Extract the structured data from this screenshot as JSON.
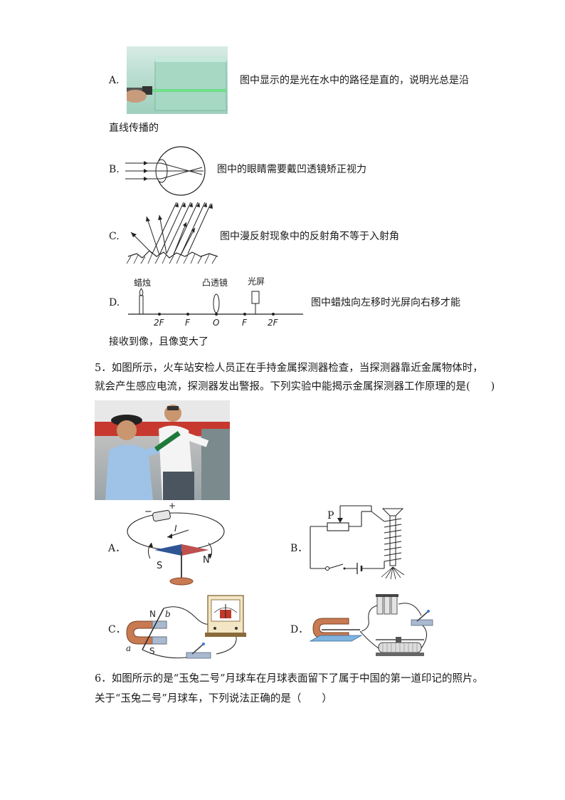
{
  "q4": {
    "a_letter": "A.",
    "a_text_1": "图中显示的是光在水中的路径是直的，说明光总是沿",
    "a_text_2": "直线传播的",
    "b_letter": "B.",
    "b_text": "图中的眼睛需要戴凹透镜矫正视力",
    "c_letter": "C.",
    "c_text": "图中漫反射现象中的反射角不等于入射角",
    "d_letter": "D.",
    "d_text_1": "图中蜡烛向左移时光屏向右移才能",
    "d_text_2": "接收到像，且像变大了",
    "d_labels": {
      "candle": "蜡烛",
      "lens": "凸透镜",
      "screen": "光屏"
    },
    "d_ticks": [
      "2F",
      "F",
      "O",
      "F",
      "2F"
    ]
  },
  "q5": {
    "line1": "5．如图所示，火车站安检人员正在手持金属探测器检查，当探测器靠近金属物体时，",
    "line2": "就会产生感应电流，探测器发出警报。下列实验中能揭示金属探测器工作原理的是(　　)",
    "a_letter": "A．",
    "b_letter": "B．",
    "c_letter": "C．",
    "d_letter": "D．",
    "a_labels": {
      "minus": "−",
      "plus": "+",
      "current": "I",
      "south": "S",
      "north": "N"
    },
    "b_labels": {
      "p": "P"
    },
    "c_labels": {
      "n": "N",
      "s": "S",
      "a": "a",
      "b": "b"
    }
  },
  "q6": {
    "line1": "6．如图所示的是“玉兔二号”月球车在月球表面留下了属于中国的第一道印记的照片。",
    "line2": "关于“玉兔二号”月球车，下列说法正确的是（　　）"
  }
}
